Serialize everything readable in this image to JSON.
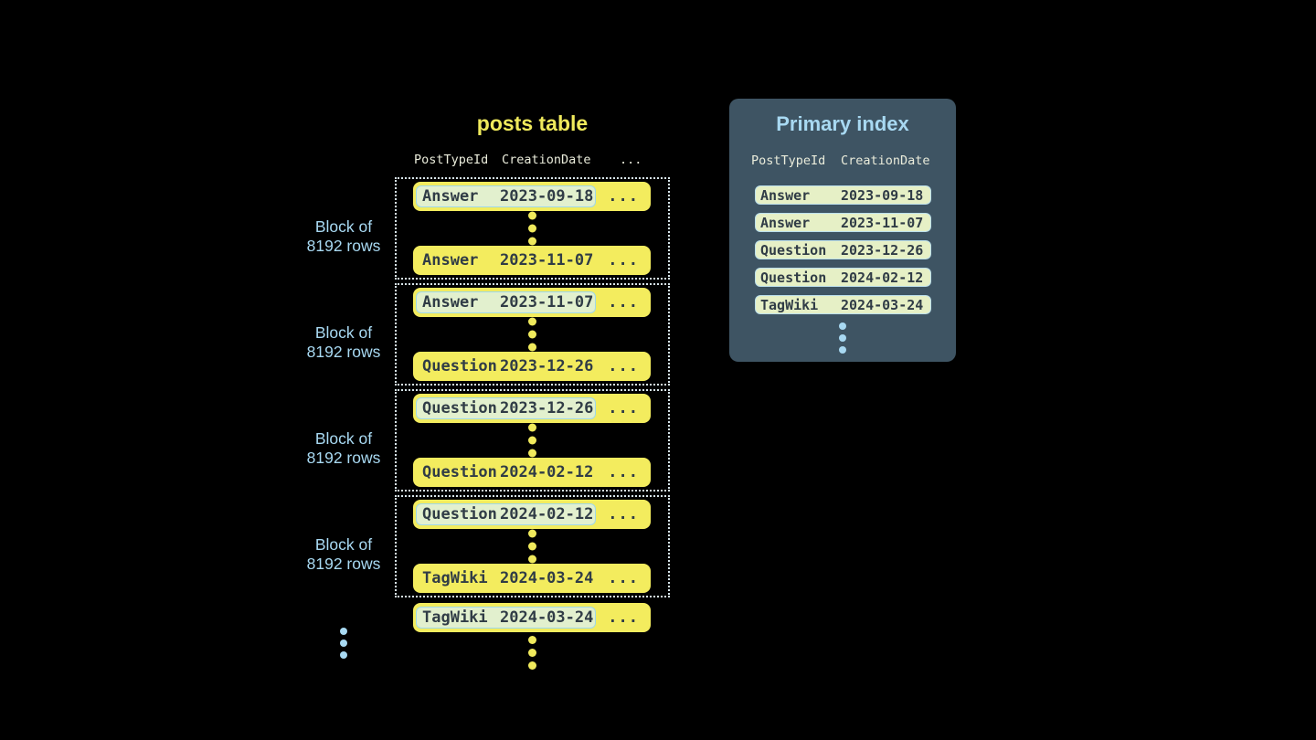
{
  "colors": {
    "bg": "#000000",
    "row-yellow": "#F3EC5E",
    "title-yellow": "#F0EA5C",
    "dark-text": "#303C46",
    "hl-fill": "#E2F0CE",
    "hl-border": "#9FD8E8",
    "index-fill": "#E6F0C6",
    "index-border": "#BCE0EC",
    "panel-bg": "#3E5463",
    "light-blue": "#A8D9F2",
    "header-text": "#EAECDB",
    "dotted-border": "#D8E6EC"
  },
  "posts_table": {
    "title": "posts table",
    "columns": [
      "PostTypeId",
      "CreationDate",
      "..."
    ],
    "ellipsis": "...",
    "block_label": [
      "Block of",
      "8192 rows"
    ],
    "blocks": [
      {
        "first": {
          "type": "Answer",
          "date": "2023-09-18"
        },
        "last": {
          "type": "Answer",
          "date": "2023-11-07"
        }
      },
      {
        "first": {
          "type": "Answer",
          "date": "2023-11-07"
        },
        "last": {
          "type": "Question",
          "date": "2023-12-26"
        }
      },
      {
        "first": {
          "type": "Question",
          "date": "2023-12-26"
        },
        "last": {
          "type": "Question",
          "date": "2024-02-12"
        }
      },
      {
        "first": {
          "type": "Question",
          "date": "2024-02-12"
        },
        "last": {
          "type": "TagWiki",
          "date": "2024-03-24"
        }
      }
    ],
    "overflow_row": {
      "type": "TagWiki",
      "date": "2024-03-24"
    }
  },
  "primary_index": {
    "title": "Primary index",
    "columns": [
      "PostTypeId",
      "CreationDate"
    ],
    "entries": [
      {
        "type": "Answer",
        "date": "2023-09-18"
      },
      {
        "type": "Answer",
        "date": "2023-11-07"
      },
      {
        "type": "Question",
        "date": "2023-12-26"
      },
      {
        "type": "Question",
        "date": "2024-02-12"
      },
      {
        "type": "TagWiki",
        "date": "2024-03-24"
      }
    ]
  }
}
